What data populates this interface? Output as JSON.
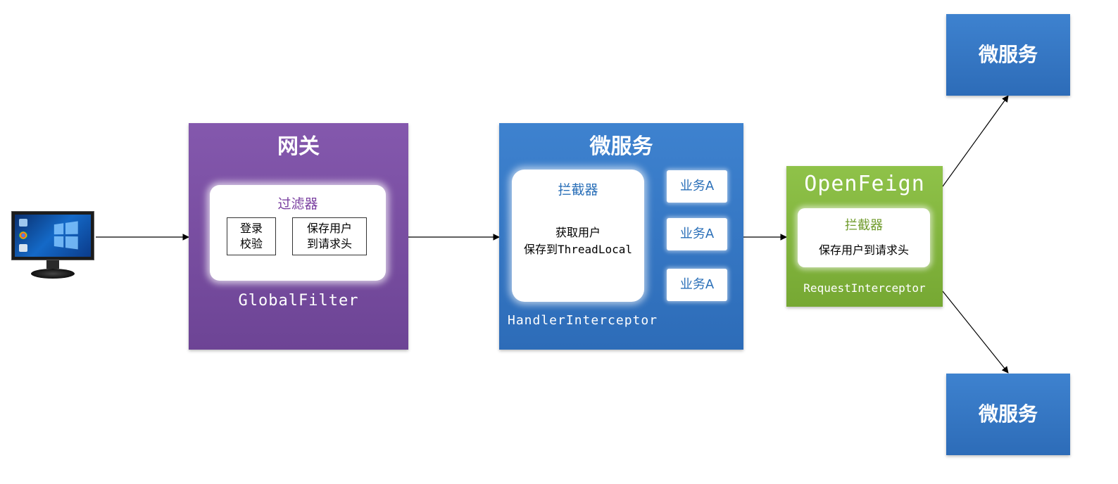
{
  "gateway": {
    "title": "网关",
    "filter_header": "过滤器",
    "box_login": [
      "登录",
      "校验"
    ],
    "box_save": [
      "保存用户",
      "到请求头"
    ],
    "footer": "GlobalFilter"
  },
  "microservice": {
    "title": "微服务",
    "interceptor_header": "拦截器",
    "interceptor_body": [
      "获取用户",
      "保存到ThreadLocal"
    ],
    "business": [
      "业务A",
      "业务A",
      "业务A"
    ],
    "footer": "HandlerInterceptor"
  },
  "openfeign": {
    "title": "OpenFeign",
    "interceptor_header": "拦截器",
    "interceptor_body": "保存用户到请求头",
    "footer": "RequestInterceptor"
  },
  "targets": {
    "top": "微服务",
    "bottom": "微服务"
  },
  "colors": {
    "gateway": "#7a4fa3",
    "microservice": "#3577c4",
    "openfeign": "#84b63e",
    "arrow": "#000000"
  },
  "icons": [
    "monitor-icon",
    "arrowhead-icon"
  ]
}
